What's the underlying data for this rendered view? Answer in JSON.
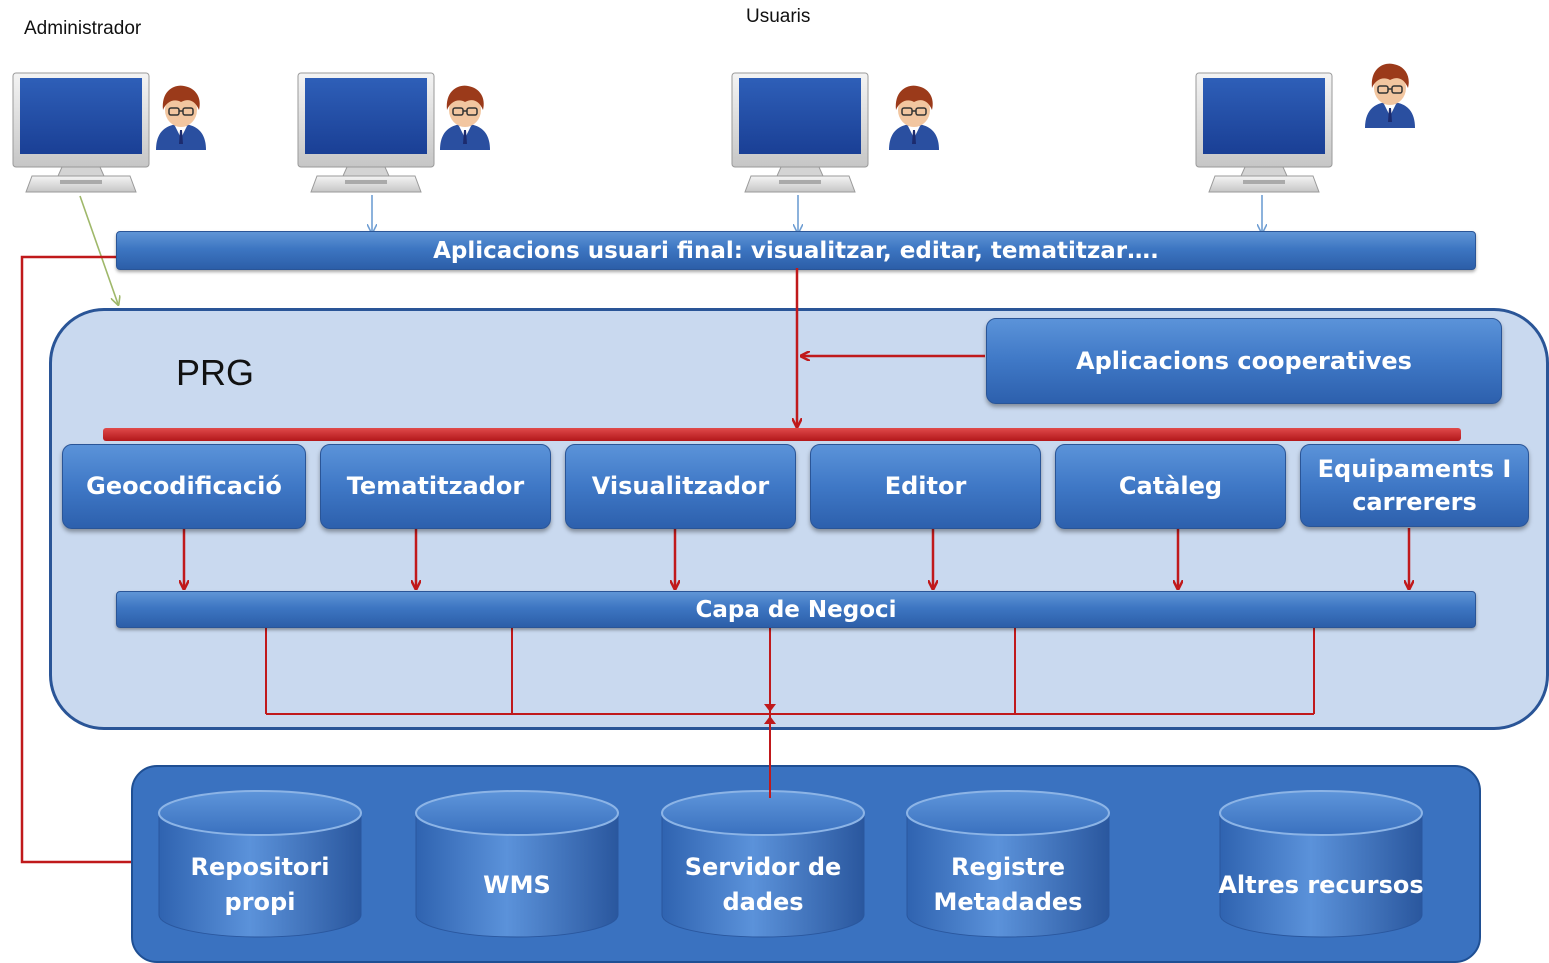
{
  "labels": {
    "administrator": "Administrador",
    "users": "Usuaris"
  },
  "top_bar": "Aplicacions usuari final: visualitzar, editar, tematitzar….",
  "prg": {
    "title": "PRG",
    "cooperative": "Aplicacions cooperatives",
    "modules": [
      "Geocodificació",
      "Tematitzador",
      "Visualitzador",
      "Editor",
      "Catàleg",
      "Equipaments I carrerers"
    ],
    "business_layer": "Capa de Negoci"
  },
  "data_sources": [
    "Repositori propi",
    "WMS",
    "Servidor de dades",
    "Registre Metadades",
    "Altres recursos"
  ],
  "icons": [
    "computer-monitor-icon",
    "user-avatar-icon",
    "database-cylinder-icon"
  ],
  "colors": {
    "blue_fill": "#3d76c2",
    "panel_fill": "#c9d9ef",
    "panel_border": "#2a5597",
    "connector_red": "#c0191b",
    "admin_arrow": "#9fb86a",
    "user_arrow": "#6f9ed3"
  }
}
